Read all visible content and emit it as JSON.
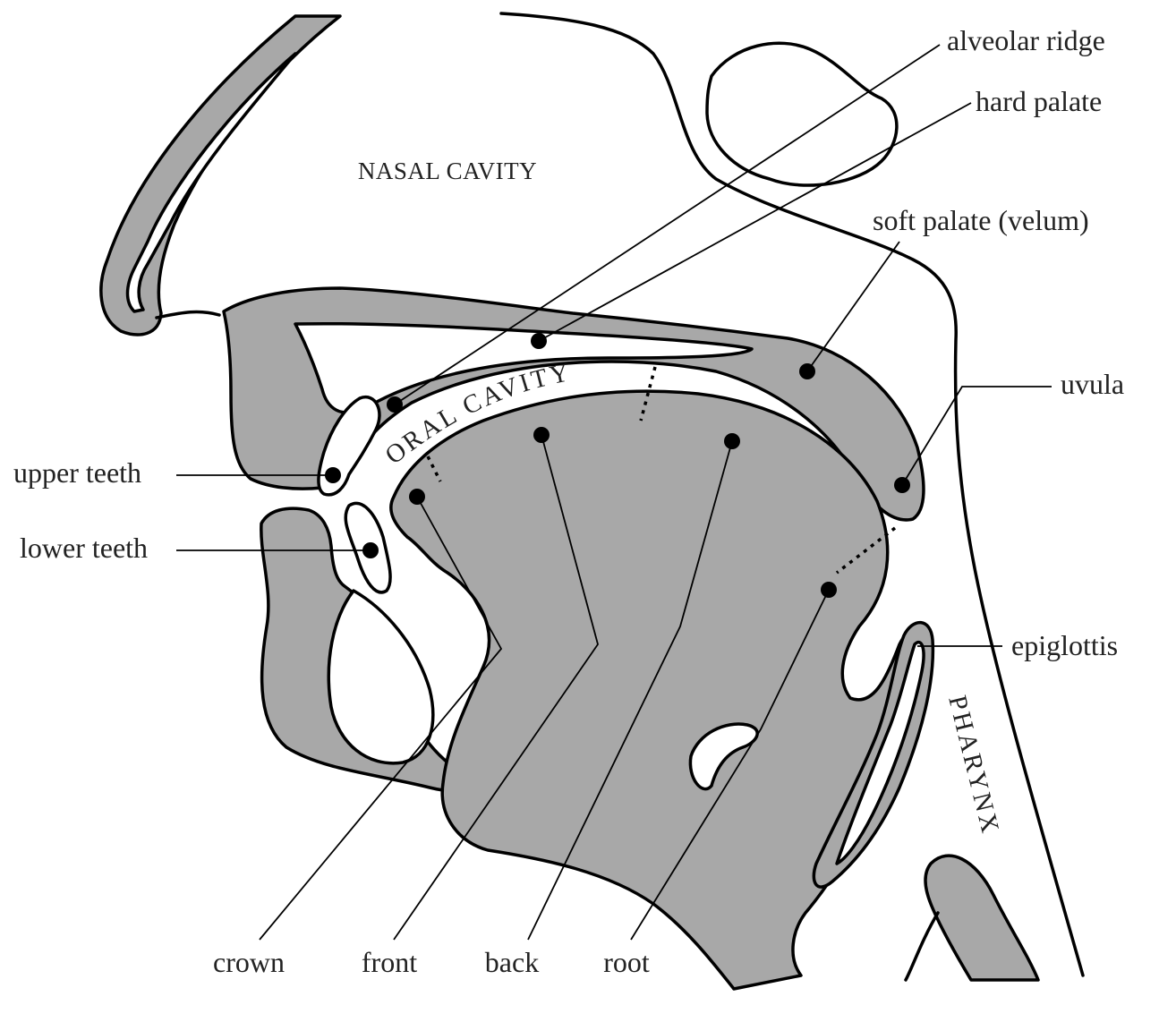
{
  "cavities": {
    "nasal": "NASAL CAVITY",
    "oral": "ORAL CAVITY",
    "pharynx": "PHARYNX"
  },
  "labels": {
    "alveolar_ridge": "alveolar ridge",
    "hard_palate": "hard palate",
    "soft_palate": "soft palate (velum)",
    "uvula": "uvula",
    "upper_teeth": "upper teeth",
    "lower_teeth": "lower teeth",
    "epiglottis": "epiglottis"
  },
  "tongue_parts": {
    "crown": "crown",
    "front": "front",
    "back": "back",
    "root": "root"
  },
  "colors": {
    "tissue": "#a8a8a8",
    "outline": "#000000",
    "background": "#ffffff"
  }
}
